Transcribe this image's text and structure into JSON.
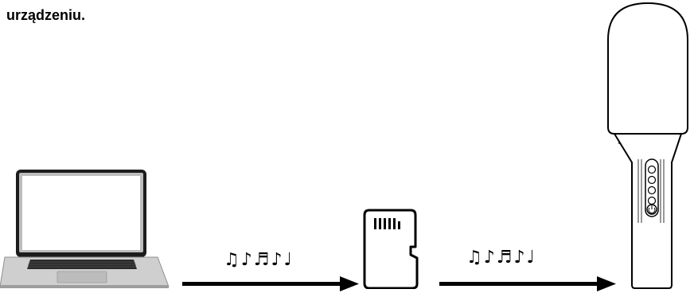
{
  "caption": "urządzeniu.",
  "devices": [
    {
      "id": "laptop",
      "icon": "laptop-icon"
    },
    {
      "id": "sdcard",
      "icon": "micro-sd-card-icon"
    },
    {
      "id": "microphone",
      "icon": "karaoke-microphone-icon"
    }
  ],
  "flows": [
    {
      "from": "laptop",
      "to": "sdcard",
      "notes": "♫♪♬♪♩"
    },
    {
      "from": "sdcard",
      "to": "microphone",
      "notes": "♫♪♬♪♩"
    }
  ],
  "colors": {
    "ink": "#000000",
    "laptop_body": "#c9c9c9",
    "laptop_screen": "#ffffff",
    "keyboard": "#2b2b2b"
  }
}
